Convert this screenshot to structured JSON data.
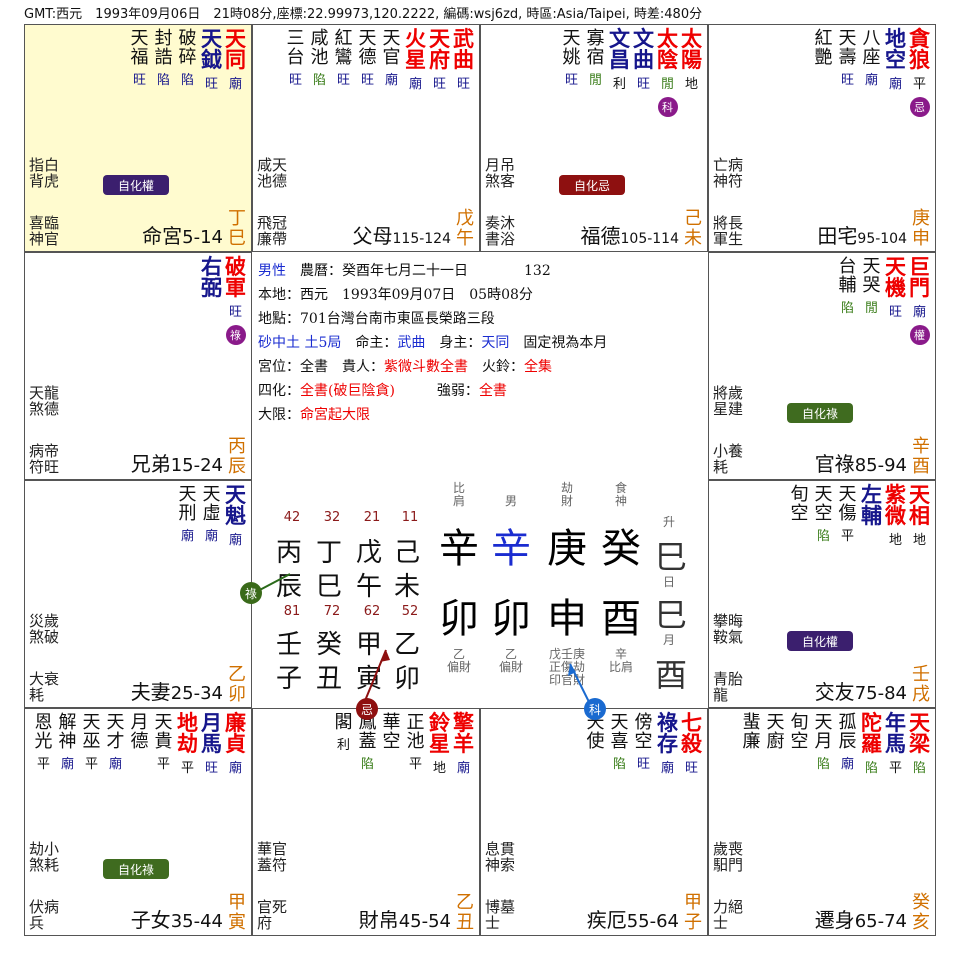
{
  "header": "GMT:西元　1993年09月06日　21時08分,座標:22.99973,120.2222, 編碼:wsj6zd, 時區:Asia/Taipei, 時差:480分",
  "palaces": [
    {
      "id": "si",
      "name": "命宮",
      "range": "5-14",
      "gz": [
        "丁",
        "巳"
      ],
      "hl": true,
      "stars": [
        {
          "n": "天同",
          "c": "red",
          "b": "廟",
          "bc": "blu"
        },
        {
          "n": "天鉞",
          "c": "blu",
          "b": "旺",
          "bc": "blu"
        },
        {
          "n": "破碎",
          "c": "blk",
          "b": "陷",
          "bc": "blu"
        },
        {
          "n": "封誥",
          "c": "blk",
          "b": "陷",
          "bc": "blu"
        },
        {
          "n": "天福",
          "c": "blk",
          "b": "旺",
          "bc": "blu"
        }
      ],
      "misc1": [
        "指白",
        "背虎"
      ],
      "misc2": [
        "喜臨",
        "神官"
      ],
      "ts": {
        "t": "自化權",
        "c": "p"
      }
    },
    {
      "id": "wu",
      "name": "父母",
      "range": "115-124",
      "gz": [
        "戊",
        "午"
      ],
      "stars": [
        {
          "n": "武曲",
          "c": "red",
          "b": "旺",
          "bc": "blu"
        },
        {
          "n": "天府",
          "c": "red",
          "b": "旺",
          "bc": "blu"
        },
        {
          "n": "火星",
          "c": "red",
          "b": "廟",
          "bc": "blu"
        },
        {
          "n": "天官",
          "c": "blk",
          "b": "廟",
          "bc": "blu"
        },
        {
          "n": "天德",
          "c": "blk",
          "b": "旺",
          "bc": "blu"
        },
        {
          "n": "紅鸞",
          "c": "blk",
          "b": "旺",
          "bc": "blu"
        },
        {
          "n": "咸池",
          "c": "blk",
          "b": "陷",
          "bc": "grn"
        },
        {
          "n": "三台",
          "c": "blk",
          "b": "旺",
          "bc": "blu"
        }
      ],
      "misc1": [
        "咸天",
        "池德"
      ],
      "misc2": [
        "飛冠",
        "廉帶"
      ]
    },
    {
      "id": "wei",
      "name": "福德",
      "range": "105-114",
      "gz": [
        "己",
        "未"
      ],
      "stars": [
        {
          "n": "太陽",
          "c": "red",
          "b": "地",
          "bc": "blk"
        },
        {
          "n": "太陰",
          "c": "red",
          "b": "閒",
          "bc": "grn",
          "hua": "科",
          "hc": "#8a1a8a"
        },
        {
          "n": "文曲",
          "c": "blu",
          "b": "旺",
          "bc": "blu"
        },
        {
          "n": "文昌",
          "c": "blu",
          "b": "利",
          "bc": "blk"
        },
        {
          "n": "寡宿",
          "c": "blk",
          "b": "閒",
          "bc": "grn"
        },
        {
          "n": "天姚",
          "c": "blk",
          "b": "旺",
          "bc": "blu"
        }
      ],
      "misc1": [
        "月吊",
        "煞客"
      ],
      "misc2": [
        "奏沐",
        "書浴"
      ],
      "ts": {
        "t": "自化忌",
        "c": "r"
      }
    },
    {
      "id": "shen",
      "name": "田宅",
      "range": "95-104",
      "gz": [
        "庚",
        "申"
      ],
      "stars": [
        {
          "n": "貪狼",
          "c": "red",
          "b": "平",
          "bc": "blk",
          "hua": "忌",
          "hc": "#8a1a8a"
        },
        {
          "n": "地空",
          "c": "blu",
          "b": "廟",
          "bc": "blu"
        },
        {
          "n": "八座",
          "c": "blk",
          "b": "廟",
          "bc": "blu"
        },
        {
          "n": "天壽",
          "c": "blk",
          "b": "旺",
          "bc": "blu"
        },
        {
          "n": "紅艷",
          "c": "blk",
          "b": "",
          "bc": "blu"
        }
      ],
      "misc1": [
        "亡病",
        "神符"
      ],
      "misc2": [
        "將長",
        "軍生"
      ]
    },
    {
      "id": "chen",
      "name": "兄弟",
      "range": "15-24",
      "gz": [
        "丙",
        "辰"
      ],
      "stars": [
        {
          "n": "破軍",
          "c": "red",
          "b": "旺",
          "bc": "blu",
          "hua": "祿",
          "hc": "#8a1a8a"
        },
        {
          "n": "右弼",
          "c": "blu",
          "b": "",
          "bc": "blu"
        }
      ],
      "misc1": [
        "天龍",
        "煞德"
      ],
      "misc2": [
        "病帝",
        "符旺"
      ]
    },
    {
      "id": "you",
      "name": "官祿",
      "range": "85-94",
      "gz": [
        "辛",
        "酉"
      ],
      "stars": [
        {
          "n": "巨門",
          "c": "red",
          "b": "廟",
          "bc": "blu",
          "hua": "權",
          "hc": "#8a1a8a"
        },
        {
          "n": "天機",
          "c": "red",
          "b": "旺",
          "bc": "blu"
        },
        {
          "n": "天哭",
          "c": "blk",
          "b": "閒",
          "bc": "grn"
        },
        {
          "n": "台輔",
          "c": "blk",
          "b": "陷",
          "bc": "grn"
        }
      ],
      "misc1": [
        "將歲",
        "星建"
      ],
      "misc2": [
        "小養",
        "耗"
      ],
      "ts": {
        "t": "自化祿",
        "c": "g"
      }
    },
    {
      "id": "mao",
      "name": "夫妻",
      "range": "25-34",
      "gz": [
        "乙",
        "卯"
      ],
      "stars": [
        {
          "n": "天魁",
          "c": "blu",
          "b": "廟",
          "bc": "blu"
        },
        {
          "n": "天虛",
          "c": "blk",
          "b": "廟",
          "bc": "blu"
        },
        {
          "n": "天刑",
          "c": "blk",
          "b": "廟",
          "bc": "blu"
        }
      ],
      "misc1": [
        "災歲",
        "煞破"
      ],
      "misc2": [
        "大衰",
        "耗"
      ]
    },
    {
      "id": "xu",
      "name": "交友",
      "range": "75-84",
      "gz": [
        "壬",
        "戌"
      ],
      "stars": [
        {
          "n": "天相",
          "c": "red",
          "b": "地",
          "bc": "blk"
        },
        {
          "n": "紫微",
          "c": "red",
          "b": "地",
          "bc": "blk"
        },
        {
          "n": "左輔",
          "c": "blu",
          "b": "",
          "bc": "blu"
        },
        {
          "n": "天傷",
          "c": "blk",
          "b": "平",
          "bc": "blk"
        },
        {
          "n": "天空",
          "c": "blk",
          "b": "陷",
          "bc": "grn"
        },
        {
          "n": "旬空",
          "c": "blk",
          "b": "",
          "bc": "blk"
        }
      ],
      "misc1": [
        "攀晦",
        "鞍氣"
      ],
      "misc2": [
        "青胎",
        "龍"
      ],
      "ts": {
        "t": "自化權",
        "c": "p"
      }
    },
    {
      "id": "yin",
      "name": "子女",
      "range": "35-44",
      "gz": [
        "甲",
        "寅"
      ],
      "stars": [
        {
          "n": "廉貞",
          "c": "red",
          "b": "廟",
          "bc": "blu"
        },
        {
          "n": "月馬",
          "c": "blu",
          "b": "旺",
          "bc": "blu"
        },
        {
          "n": "地劫",
          "c": "red",
          "b": "平",
          "bc": "blk"
        },
        {
          "n": "天貴",
          "c": "blk",
          "b": "平",
          "bc": "blk"
        },
        {
          "n": "月德",
          "c": "blk",
          "b": "",
          "bc": "blk"
        },
        {
          "n": "天才",
          "c": "blk",
          "b": "廟",
          "bc": "blu"
        },
        {
          "n": "天巫",
          "c": "blk",
          "b": "平",
          "bc": "blk"
        },
        {
          "n": "解神",
          "c": "blk",
          "b": "廟",
          "bc": "blu"
        },
        {
          "n": "恩光",
          "c": "blk",
          "b": "平",
          "bc": "blk"
        }
      ],
      "misc1": [
        "劫小",
        "煞耗"
      ],
      "misc2": [
        "伏病",
        "兵"
      ],
      "ts": {
        "t": "自化祿",
        "c": "g"
      }
    },
    {
      "id": "chou",
      "name": "財帛",
      "range": "45-54",
      "gz": [
        "乙",
        "丑"
      ],
      "stars": [
        {
          "n": "擎羊",
          "c": "red",
          "b": "廟",
          "bc": "blu"
        },
        {
          "n": "鈴星",
          "c": "red",
          "b": "地",
          "bc": "blk"
        },
        {
          "n": "正池",
          "c": "blk",
          "b": "平",
          "bc": "blk"
        },
        {
          "n": "華空",
          "c": "blk",
          "b": "",
          "bc": "blk"
        },
        {
          "n": "鳳蓋",
          "c": "blk",
          "b": "陷",
          "bc": "grn"
        },
        {
          "n": "閣",
          "c": "blk",
          "b": "利",
          "bc": "blk"
        }
      ],
      "misc1": [
        "華官",
        "蓋符"
      ],
      "misc2": [
        "官死",
        "府"
      ]
    },
    {
      "id": "zi",
      "name": "疾厄",
      "range": "55-64",
      "gz": [
        "甲",
        "子"
      ],
      "stars": [
        {
          "n": "七殺",
          "c": "red",
          "b": "旺",
          "bc": "blu"
        },
        {
          "n": "祿存",
          "c": "blu",
          "b": "廟",
          "bc": "blu"
        },
        {
          "n": "傍空",
          "c": "blk",
          "b": "旺",
          "bc": "blu"
        },
        {
          "n": "天喜",
          "c": "blk",
          "b": "陷",
          "bc": "grn"
        },
        {
          "n": "天使",
          "c": "blk",
          "b": "",
          "bc": "blk"
        }
      ],
      "misc1": [
        "息貫",
        "神索"
      ],
      "misc2": [
        "博墓",
        "士"
      ]
    },
    {
      "id": "hai",
      "name": "遷身",
      "range": "65-74",
      "gz": [
        "癸",
        "亥"
      ],
      "stars": [
        {
          "n": "天梁",
          "c": "red",
          "b": "陷",
          "bc": "grn"
        },
        {
          "n": "年馬",
          "c": "blu",
          "b": "平",
          "bc": "blk"
        },
        {
          "n": "陀羅",
          "c": "red",
          "b": "陷",
          "bc": "grn"
        },
        {
          "n": "孤辰",
          "c": "blk",
          "b": "廟",
          "bc": "blu"
        },
        {
          "n": "天月",
          "c": "blk",
          "b": "陷",
          "bc": "grn"
        },
        {
          "n": "旬空",
          "c": "blk",
          "b": "",
          "bc": "blk"
        },
        {
          "n": "天廚",
          "c": "blk",
          "b": "",
          "bc": "blk"
        },
        {
          "n": "蜚廉",
          "c": "blk",
          "b": "",
          "bc": "blk"
        }
      ],
      "misc1": [
        "歲喪",
        "馹門"
      ],
      "misc2": [
        "力絕",
        "士"
      ]
    }
  ],
  "center": {
    "lines": [
      [
        {
          "t": "男性",
          "c": "cblu"
        },
        {
          "t": "　農曆：癸酉年七月二十一日　　　　132",
          "c": ""
        }
      ],
      [
        {
          "t": "本地：西元　1993年09月07日　05時08分",
          "c": ""
        }
      ],
      [
        {
          "t": "地點：701台灣台南市東區長榮路三段",
          "c": ""
        }
      ],
      [
        {
          "t": "砂中土 土5局",
          "c": "cblu"
        },
        {
          "t": "　命主：",
          "c": ""
        },
        {
          "t": "武曲",
          "c": "cblu"
        },
        {
          "t": "　身主：",
          "c": ""
        },
        {
          "t": "天同",
          "c": "cblu"
        },
        {
          "t": "　固定視為本月",
          "c": ""
        }
      ],
      [
        {
          "t": "宮位：全書　貴人：",
          "c": ""
        },
        {
          "t": "紫微斗數全書",
          "c": "cred"
        },
        {
          "t": "　火鈴：",
          "c": ""
        },
        {
          "t": "全集",
          "c": "cred"
        }
      ],
      [
        {
          "t": "四化：",
          "c": ""
        },
        {
          "t": "全書(破巨陰貪)",
          "c": "cred"
        },
        {
          "t": "　　　強弱：",
          "c": ""
        },
        {
          "t": "全書",
          "c": "cred"
        }
      ],
      [
        {
          "t": "大限：",
          "c": ""
        },
        {
          "t": "命宮起大限",
          "c": "cred"
        }
      ]
    ],
    "dayun_top_ages": [
      "42",
      "32",
      "21",
      "11"
    ],
    "dayun_top_gan": [
      "丙",
      "丁",
      "戊",
      "己"
    ],
    "dayun_top_zhi": [
      "辰",
      "巳",
      "午",
      "未"
    ],
    "dayun_bot_ages": [
      "81",
      "72",
      "62",
      "52"
    ],
    "dayun_bot_gan": [
      "壬",
      "癸",
      "甲",
      "乙"
    ],
    "dayun_bot_zhi": [
      "子",
      "丑",
      "寅",
      "卯"
    ],
    "pillar_top_labels": [
      "比肩",
      "男",
      "劫財",
      "食神"
    ],
    "pillar_gan": [
      "辛",
      "辛",
      "庚",
      "癸"
    ],
    "pillar_zhi": [
      "卯",
      "卯",
      "申",
      "酉"
    ],
    "pillar_bot_labels": [
      "乙偏財",
      "乙偏財",
      "戊壬庚 正傷劫 印官財",
      "辛比肩"
    ],
    "side_labels": [
      "升",
      "日",
      "月"
    ],
    "side_chars": [
      "巳",
      "巳",
      "酉"
    ],
    "circ_lu": "祿",
    "circ_ji": "忌",
    "circ_ke": "科"
  }
}
